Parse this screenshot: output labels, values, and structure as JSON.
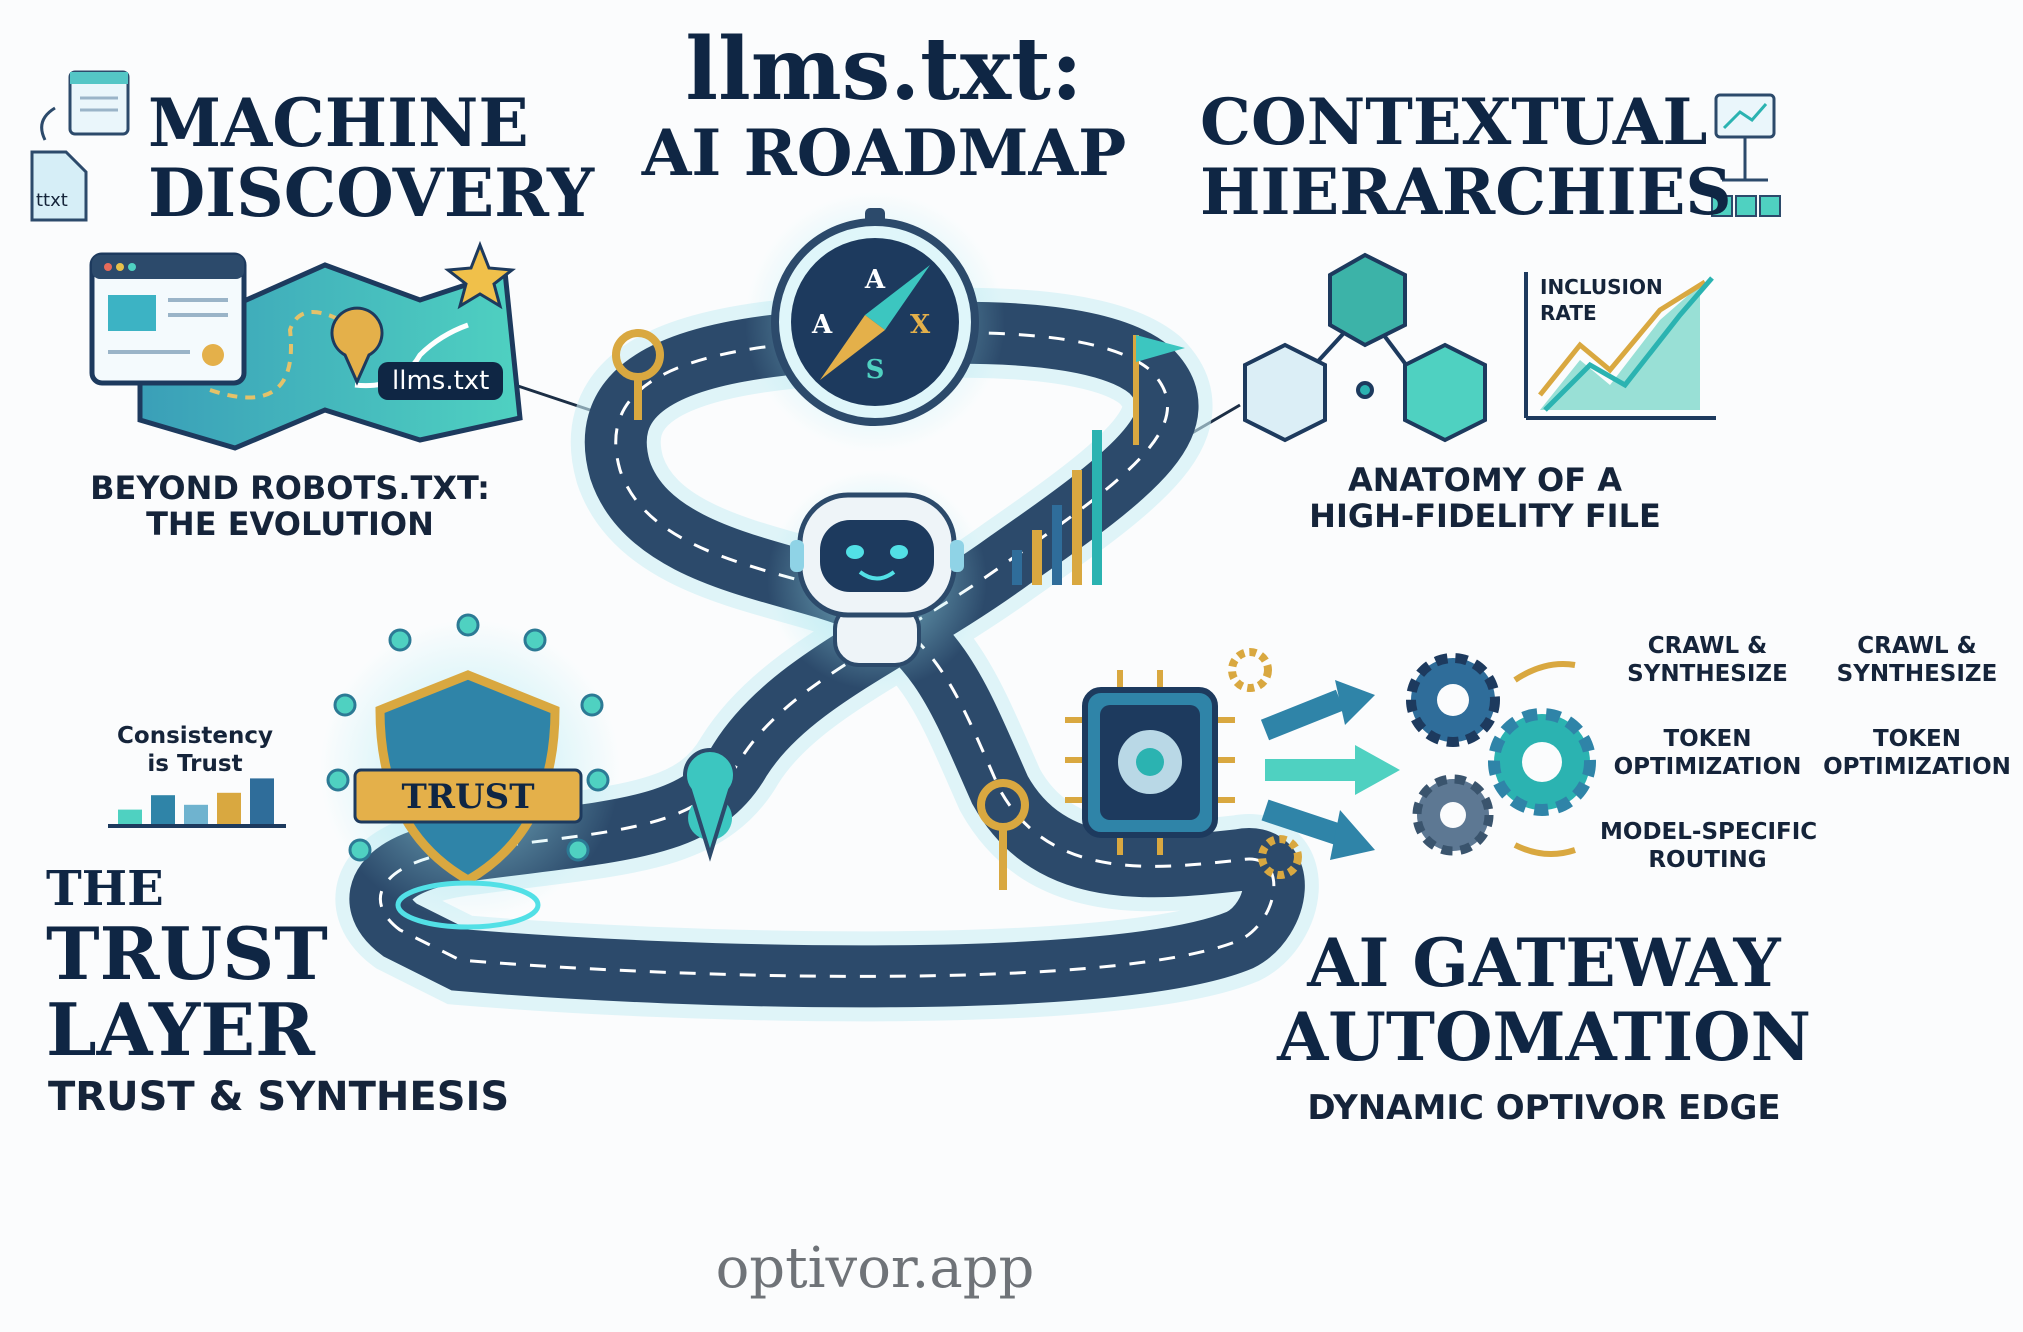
{
  "title": {
    "line1": "llms.txt:",
    "line2": "AI ROADMAP"
  },
  "machine_discovery": {
    "heading": [
      "MACHINE",
      "DISCOVERY"
    ],
    "file_icon_label": "ttxt",
    "map_badge": "llms.txt",
    "subtitle": [
      "BEYOND ROBOTS.TXT:",
      "THE EVOLUTION"
    ]
  },
  "contextual_hierarchies": {
    "heading": [
      "CONTEXTUAL",
      "HIERARCHIES"
    ],
    "chart_label": [
      "INCLUSION",
      "RATE"
    ],
    "subtitle": [
      "ANATOMY OF A",
      "HIGH-FIDELITY FILE"
    ]
  },
  "trust_layer": {
    "shield_label": "TRUST",
    "chart_caption": [
      "Consistency",
      "is Trust"
    ],
    "bar_values": [
      0.3,
      0.6,
      0.4,
      0.65,
      0.95
    ],
    "heading": [
      "THE",
      "TRUST",
      "LAYER"
    ],
    "subtitle": "TRUST & SYNTHESIS"
  },
  "compass": {
    "letters": [
      "A",
      "A",
      "X",
      "S"
    ]
  },
  "gateway": {
    "outputs_col1": [
      [
        "CRAWL &",
        "SYNTHESIZE"
      ],
      [
        "TOKEN",
        "OPTIMIZATION"
      ],
      [
        "MODEL-SPECIFIC",
        "ROUTING"
      ]
    ],
    "outputs_col2": [
      [
        "CRAWL &",
        "SYNTHESIZE"
      ],
      [
        "TOKEN",
        "OPTIMIZATION"
      ]
    ],
    "heading": [
      "AI GATEWAY",
      "AUTOMATION"
    ],
    "subtitle": "DYNAMIC OPTIVOR EDGE"
  },
  "footer": {
    "brand": "optivor.app"
  },
  "colors": {
    "navy": "#0f2644",
    "teal": "#2bb3b1",
    "blue": "#2f6d9a",
    "gold": "#d9a840",
    "road": "#2c4a6b"
  }
}
